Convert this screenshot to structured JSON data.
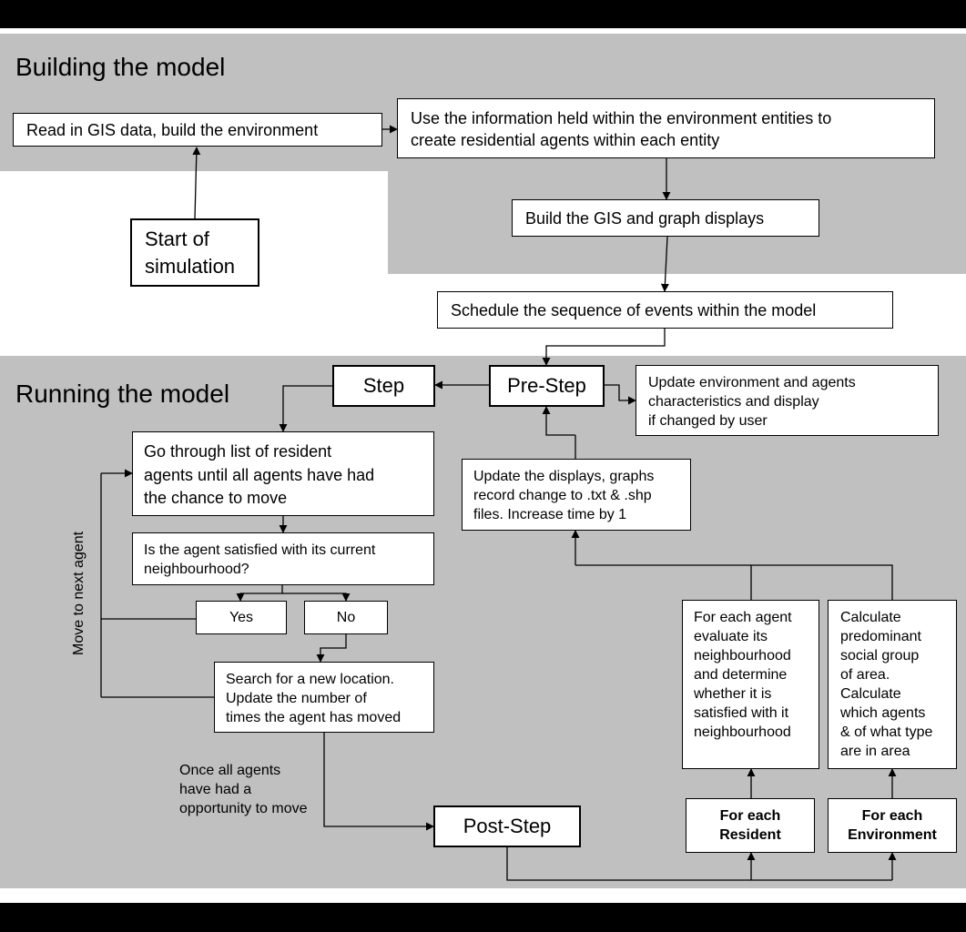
{
  "sections": {
    "building": "Building the model",
    "running": "Running the model"
  },
  "nodes": {
    "read_gis": "Read in GIS data, build the environment",
    "use_info": "Use the information held within the environment entities to\ncreate  residential agents within each entity",
    "build_displays": "Build the GIS and graph displays",
    "start": "Start of\nsimulation",
    "schedule": "Schedule the sequence of events within the model",
    "step": "Step",
    "pre_step": "Pre-Step",
    "update_env": "Update environment and agents\ncharacteristics and display\nif changed by user",
    "go_through": "Go through list of resident\nagents until all agents have had\nthe chance to move",
    "satisfied_q": "Is the agent satisfied with its current\nneighbourhood?",
    "yes": "Yes",
    "no": "No",
    "search": "Search for a new location.\nUpdate the number of\ntimes the agent has moved",
    "update_displays": "Update the displays, graphs\nrecord change to .txt & .shp\nfiles.  Increase time by 1",
    "for_each_agent": "For each agent\nevaluate its\nneighbourhood\nand determine\nwhether it is\nsatisfied with it\nneighbourhood",
    "calc_group": "Calculate\npredominant\nsocial group\nof area.\nCalculate\nwhich agents\n& of what type\nare in area",
    "for_each_resident": "For each\nResident",
    "for_each_environment": "For each\nEnvironment",
    "post_step": "Post-Step"
  },
  "labels": {
    "move_next": "Move to next agent",
    "once_all": "Once all agents\nhave had a\nopportunity to move"
  }
}
